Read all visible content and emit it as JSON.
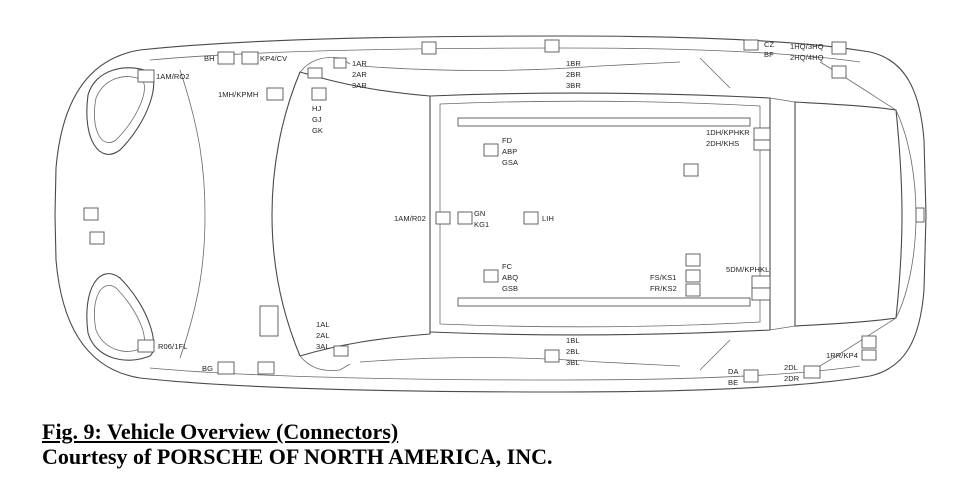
{
  "caption": {
    "title": "Fig. 9: Vehicle Overview (Connectors)",
    "credit": "Courtesy of PORSCHE OF NORTH AMERICA, INC."
  },
  "labels": {
    "bh": "BH",
    "kp4_cv": "KP4/CV",
    "l1am_ro2_front": "1AM/RO2",
    "l1mh_kpmh": "1MH/KPMH",
    "l1ar": "1AR",
    "l2ar": "2AR",
    "l3ar": "3AR",
    "hj": "HJ",
    "gj": "GJ",
    "gk": "GK",
    "l1br": "1BR",
    "l2br": "2BR",
    "l3br": "3BR",
    "cz": "CZ",
    "bf": "BF",
    "l1hq_3hq": "1HQ/3HQ",
    "l2hq_4hq": "2HQ/4HQ",
    "fd": "FD",
    "abp": "ABP",
    "gsa": "GSA",
    "l1dh_kphkr": "1DH/KPHKR",
    "l2dh_khs": "2DH/KHS",
    "l1am_r02_center": "1AM/R02",
    "gn": "GN",
    "kg1": "KG1",
    "lih": "LIH",
    "fc": "FC",
    "abq": "ABQ",
    "gsb": "GSB",
    "fs_ks1": "FS/KS1",
    "fr_ks2": "FR/KS2",
    "l5dm_kphkl": "5DM/KPHKL",
    "l1al": "1AL",
    "l2al": "2AL",
    "l3al": "3AL",
    "r06_1fl": "R06/1FL",
    "bg": "BG",
    "l1bl": "1BL",
    "l2bl": "2BL",
    "l3bl": "3BL",
    "da": "DA",
    "be": "BE",
    "l2dl": "2DL",
    "l2dr": "2DR",
    "l1rr_kp4": "1RR/KP4"
  }
}
